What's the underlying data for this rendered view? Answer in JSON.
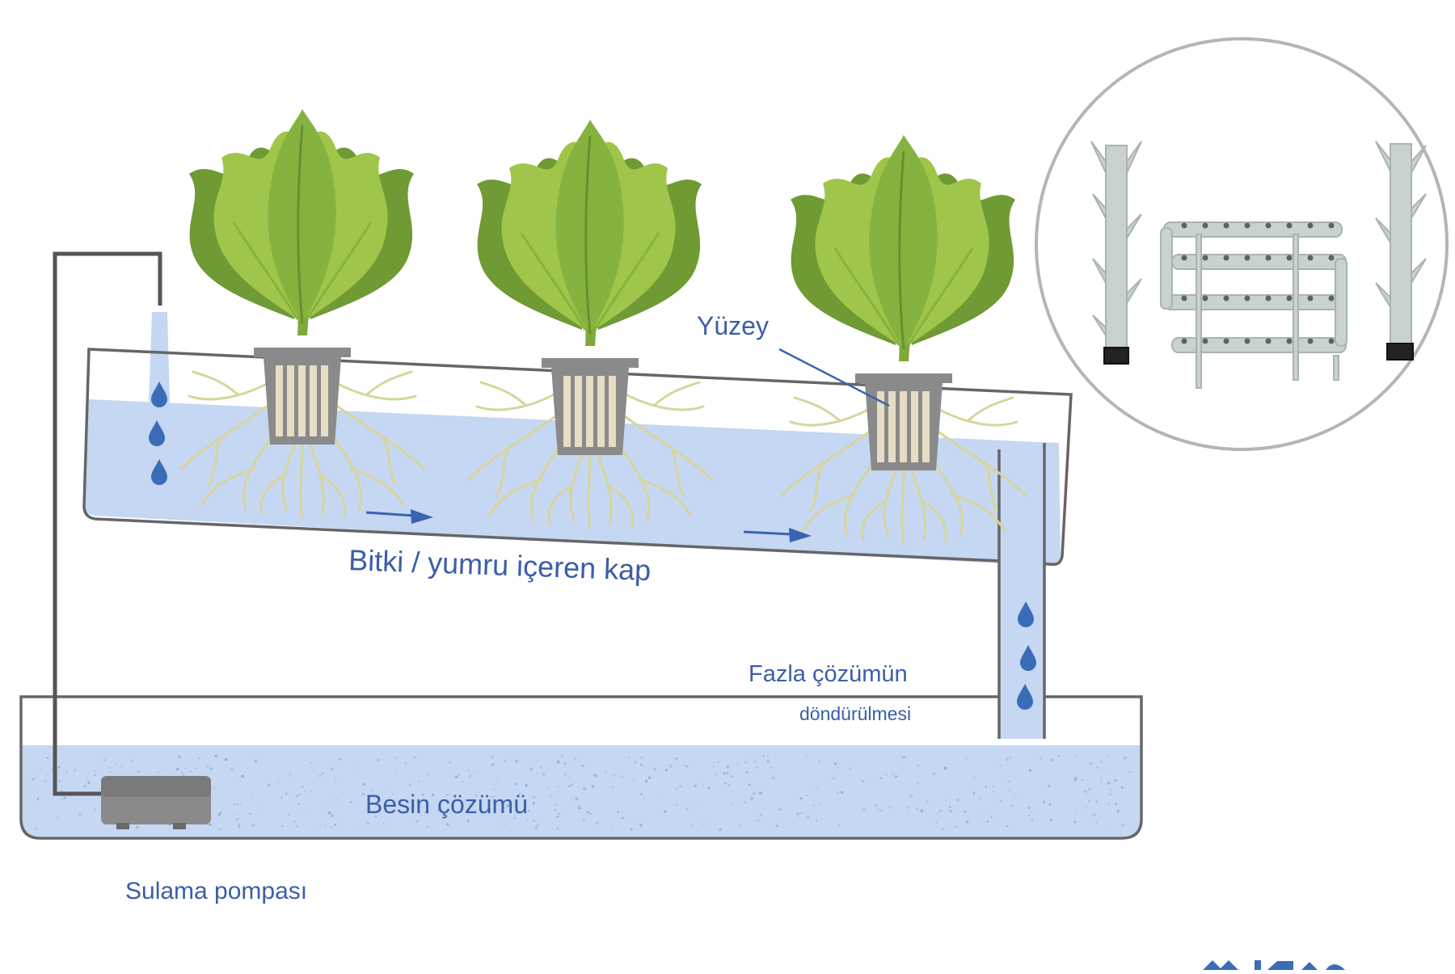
{
  "labels": {
    "surface": "Yüzey",
    "channel": "Bitki / yumru içeren kap",
    "return_line1": "Fazla çözümün",
    "return_line2": "döndürülmesi",
    "nutrient": "Besin çözümü",
    "pump": "Sulama pompası"
  },
  "colors": {
    "water": "#c5d7f2",
    "water_deep": "#b9cff0",
    "outline": "#666666",
    "pipe": "#555555",
    "drop": "#3a6cb8",
    "arrow": "#3a63b0",
    "leaf_light": "#9fc54a",
    "leaf_dark": "#6f9a34",
    "pot": "#8a8a8a",
    "pot_slot": "#e7dcc4",
    "root": "#d8d59a",
    "text": "#3b5ea8",
    "inset_border": "#b5b5b5",
    "pvc": "#c9d2d0"
  },
  "icons": {
    "plant": "lettuce-icon",
    "drop": "water-drop-icon",
    "pump": "pump-icon"
  }
}
